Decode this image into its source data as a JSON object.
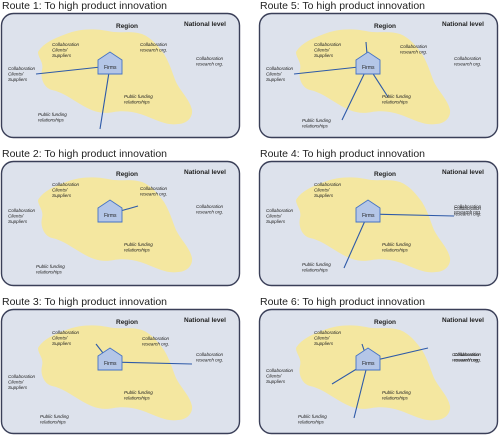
{
  "colors": {
    "outer_box_fill": "#dde2ec",
    "outer_box_stroke": "#3a3f58",
    "region_fill": "#f4e7a0",
    "firm_fill": "#b4c6e7",
    "firm_stroke": "#4472c4",
    "link_line": "#2e5aa8"
  },
  "labels": {
    "region": "Region",
    "national": "National level",
    "firms": "Firms",
    "clients_line1": "Collaboration",
    "clients_line2": "Clients/",
    "clients_line3": "Suppliers",
    "research_line1": "Collaboration",
    "research_line2": "research org.",
    "funding_line1": "Public funding",
    "funding_line2": "relationships"
  },
  "panels": [
    {
      "title": "Route 1: To high product innovation"
    },
    {
      "title": "Route 5: To high product innovation"
    },
    {
      "title": "Route 2: To high product innovation"
    },
    {
      "title": "Route 4: To high product innovation"
    },
    {
      "title": "Route 3: To high product innovation"
    },
    {
      "title": "Route 6: To high product innovation"
    }
  ]
}
